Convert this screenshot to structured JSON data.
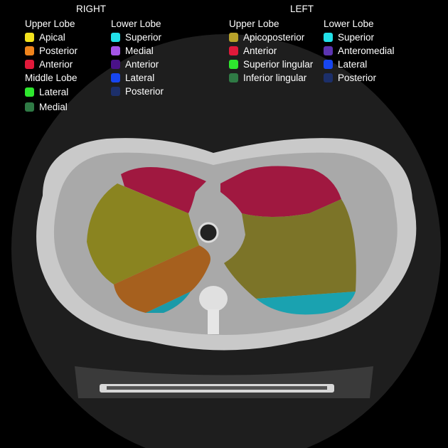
{
  "right": {
    "title": "RIGHT",
    "upper_lobe": {
      "label": "Upper Lobe",
      "items": [
        {
          "label": "Apical",
          "color": "#f2e21e"
        },
        {
          "label": "Posterior",
          "color": "#f0841c"
        },
        {
          "label": "Anterior",
          "color": "#e0193a"
        }
      ]
    },
    "middle_lobe": {
      "label": "Middle Lobe",
      "items": [
        {
          "label": "Lateral",
          "color": "#2ee62e"
        },
        {
          "label": "Medial",
          "color": "#2f7a45"
        }
      ]
    },
    "lower_lobe": {
      "label": "Lower Lobe",
      "items": [
        {
          "label": "Superior",
          "color": "#22e0e8"
        },
        {
          "label": "Medial",
          "color": "#a455e8"
        },
        {
          "label": "Anterior",
          "color": "#4a1288"
        },
        {
          "label": "Lateral",
          "color": "#1746f0"
        },
        {
          "label": "Posterior",
          "color": "#1c2f6a"
        }
      ]
    }
  },
  "left": {
    "title": "LEFT",
    "upper_lobe": {
      "label": "Upper Lobe",
      "items": [
        {
          "label": "Apicoposterior",
          "color": "#b8a22a"
        },
        {
          "label": "Anterior",
          "color": "#e0193a"
        },
        {
          "label": "Superior lingular",
          "color": "#2ee62e"
        },
        {
          "label": "Inferior lingular",
          "color": "#2f7a45"
        }
      ]
    },
    "lower_lobe": {
      "label": "Lower Lobe",
      "items": [
        {
          "label": "Superior",
          "color": "#22e0e8"
        },
        {
          "label": "Anteromedial",
          "color": "#5b34b0"
        },
        {
          "label": "Lateral",
          "color": "#1746f0"
        },
        {
          "label": "Posterior",
          "color": "#1c2f6a"
        }
      ]
    }
  }
}
